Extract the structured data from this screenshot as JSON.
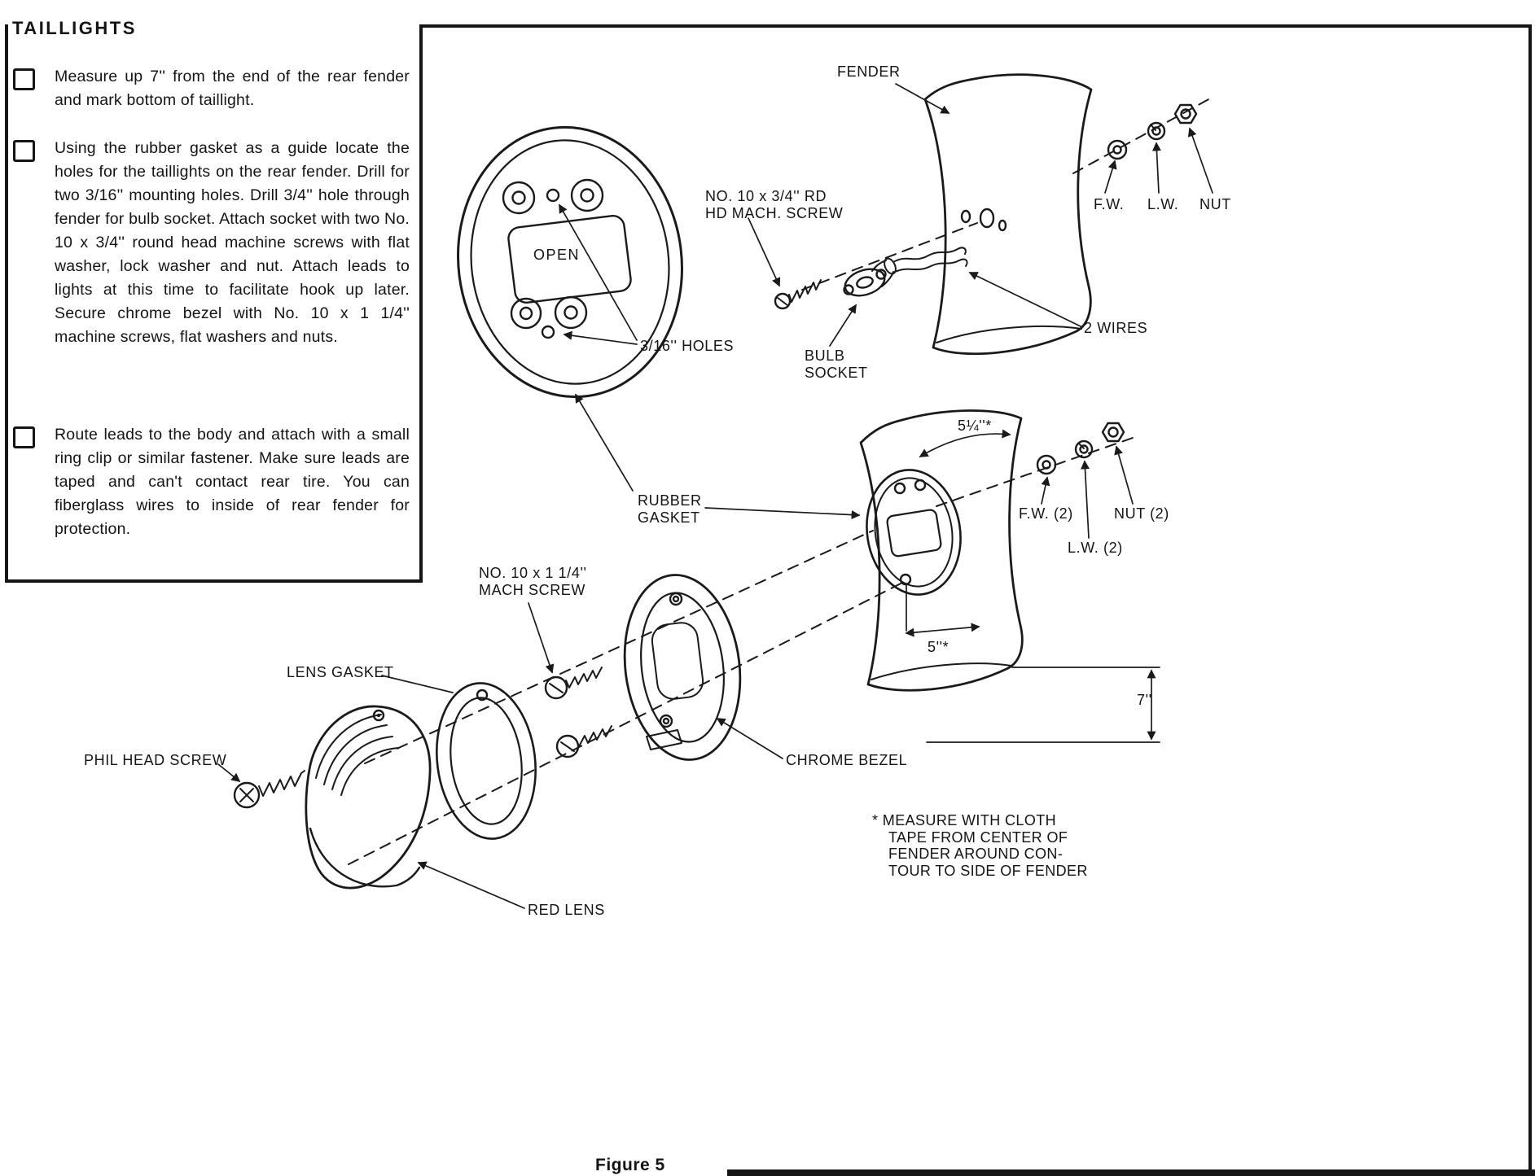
{
  "colors": {
    "ink": "#151515",
    "paper": "#ffffff"
  },
  "instructions": {
    "heading": "TAILLIGHTS",
    "items": [
      {
        "text": "Measure up 7'' from the end of the rear fender and mark bottom of taillight."
      },
      {
        "text": "Using the rubber gasket as a guide locate the holes for the taillights on the rear fender. Drill for two 3/16'' mounting holes. Drill 3/4'' hole through fender for bulb socket. Attach socket with two No. 10 x 3/4'' round head machine screws with flat washer, lock washer and nut. Attach leads to lights at this time to facilitate hook up later. Secure chrome bezel with No. 10 x 1 1/4'' machine screws, flat washers and nuts."
      },
      {
        "text": "Route leads to the body and attach with a small ring clip or similar fastener. Make sure leads are taped and can't contact rear tire. You can fiberglass wires to inside of rear fender for protection."
      }
    ]
  },
  "diagram": {
    "labels": {
      "fender": "FENDER",
      "mach_screw_34_line1": "NO. 10 x 3/4'' RD",
      "mach_screw_34_line2": "HD MACH. SCREW",
      "fw": "F.W.",
      "lw": "L.W.",
      "nut": "NUT",
      "open": "OPEN",
      "holes_316": "3/16'' HOLES",
      "bulb_line1": "BULB",
      "bulb_line2": "SOCKET",
      "two_wires": "2 WIRES",
      "rubber_line1": "RUBBER",
      "rubber_line2": "GASKET",
      "dim_5_25": "5¼''*",
      "fw2": "F.W. (2)",
      "nut2": "NUT (2)",
      "lw2": "L.W. (2)",
      "dim_5": "5''*",
      "dim_7": "7''",
      "mach_screw_114_line1": "NO. 10 x 1 1/4''",
      "mach_screw_114_line2": "MACH SCREW",
      "lens_gasket": "LENS GASKET",
      "phil_head_screw": "PHIL HEAD SCREW",
      "chrome_bezel": "CHROME BEZEL",
      "red_lens": "RED LENS",
      "footnote_line1": "* MEASURE WITH CLOTH",
      "footnote_line2": "TAPE FROM CENTER OF",
      "footnote_line3": "FENDER AROUND CON-",
      "footnote_line4": "TOUR TO SIDE OF FENDER"
    },
    "caption": "Figure 5"
  }
}
